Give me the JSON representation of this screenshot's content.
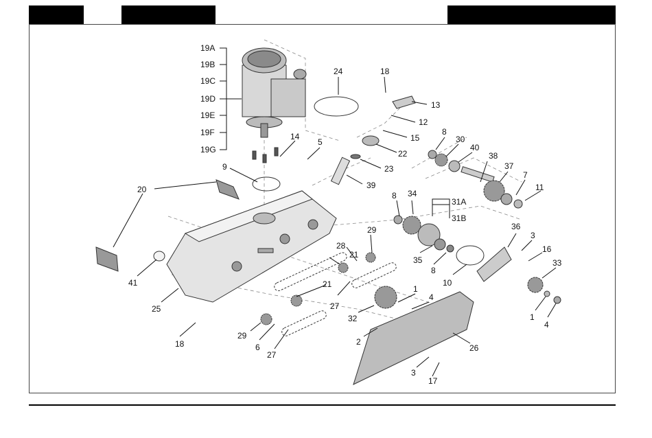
{
  "header": {
    "blocks": [
      "",
      "",
      ""
    ]
  },
  "diagram": {
    "labels": {
      "19A": "19A",
      "19B": "19B",
      "19C": "19C",
      "19D": "19D",
      "19E": "19E",
      "19F": "19F",
      "19G": "19G",
      "24": "24",
      "18a": "18",
      "13": "13",
      "12": "12",
      "15": "15",
      "22": "22",
      "23": "23",
      "14": "14",
      "5": "5",
      "9": "9",
      "20": "20",
      "39": "39",
      "8a": "8",
      "30": "30",
      "40": "40",
      "38": "38",
      "37": "37",
      "7": "7",
      "11": "11",
      "8b": "8",
      "34": "34",
      "31A": "31A",
      "31B": "31B",
      "29a": "29",
      "28": "28",
      "21a": "21",
      "21b": "21",
      "36": "36",
      "3a": "3",
      "16": "16",
      "33": "33",
      "35": "35",
      "8c": "8",
      "10": "10",
      "41": "41",
      "25": "25",
      "27a": "27",
      "1a": "1",
      "4a": "4",
      "32": "32",
      "1b": "1",
      "4b": "4",
      "29b": "29",
      "6": "6",
      "18b": "18",
      "27b": "27",
      "2": "2",
      "26": "26",
      "3b": "3",
      "17": "17"
    }
  }
}
